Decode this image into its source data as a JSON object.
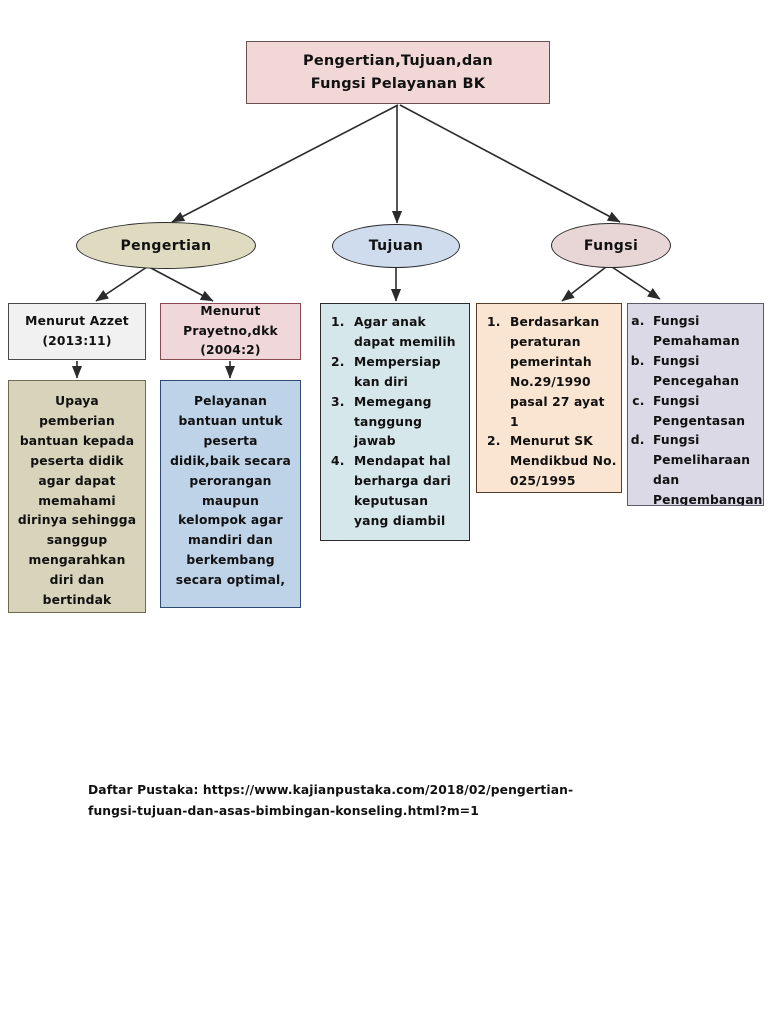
{
  "diagram": {
    "title_node": {
      "label": "Pengertian,Tujuan,dan Fungsi Pelayanan BK",
      "line1": "Pengertian,Tujuan,dan",
      "line2": "Fungsi Pelayanan BK",
      "fill": "#f2d7d7",
      "border": "#6b5050"
    },
    "branches": [
      {
        "id": "pengertian",
        "oval_label": "Pengertian",
        "fill": "#dedbc0",
        "children": [
          {
            "id": "azzet",
            "header": "Menurut Azzet (2013:11)",
            "header_line1": "Menurut Azzet",
            "header_line2": "(2013:11)",
            "header_fill": "#f1f1f1",
            "body": "Upaya pemberian bantuan kepada peserta didik agar dapat memahami dirinya sehingga sanggup mengarahkan diri dan bertindak",
            "body_fill": "#d7d4bb"
          },
          {
            "id": "prayetno",
            "header": "Menurut Prayetno,dkk (2004:2)",
            "header_line1": "Menurut",
            "header_line2": "Prayetno,dkk",
            "header_line3": "(2004:2)",
            "header_fill": "#f0d8da",
            "body": "Pelayanan bantuan untuk peserta didik,baik secara perorangan maupun kelompok agar mandiri dan berkembang secara optimal,",
            "body_fill": "#bed2e8"
          }
        ]
      },
      {
        "id": "tujuan",
        "oval_label": "Tujuan",
        "fill": "#cfdcee",
        "list_fill": "#d6e7ec",
        "items": [
          "Agar anak dapat memilih",
          "Mempersiap kan diri",
          "Memegang tanggung jawab",
          "Mendapat hal berharga dari keputusan yang diambil"
        ]
      },
      {
        "id": "fungsi",
        "oval_label": "Fungsi",
        "fill": "#e8d5d5",
        "numbered_list_fill": "#fae4d2",
        "numbered_items": [
          "Berdasarkan peraturan pemerintah No.29/1990 pasal 27 ayat 1",
          "Menurut SK Mendikbud No. 025/1995"
        ],
        "alpha_list_fill": "#dcd9e6",
        "alpha_items": [
          "Fungsi Pemahaman",
          "Fungsi Pencegahan",
          "Fungsi Pengentasan",
          "Fungsi Pemeliharaan dan Pengembangan"
        ]
      }
    ],
    "footer": {
      "line1": "Daftar Pustaka: https://www.kajianpustaka.com/2018/02/pengertian-",
      "line2": "fungsi-tujuan-dan-asas-bimbingan-konseling.html?m=1",
      "full": "Daftar Pustaka: https://www.kajianpustaka.com/2018/02/pengertian-fungsi-tujuan-dan-asas-bimbingan-konseling.html?m=1"
    },
    "connector_color": "#2b2b2b"
  }
}
